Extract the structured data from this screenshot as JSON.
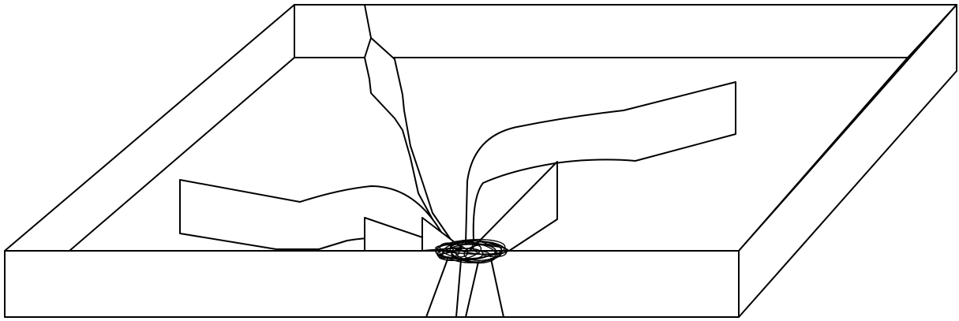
{
  "colors": {
    "line": "#000000",
    "fill": "#ffffff",
    "background": "#ffffff"
  },
  "components": [
    "tray-box",
    "ribbon-strips",
    "tangled-knot",
    "drain-strands"
  ]
}
